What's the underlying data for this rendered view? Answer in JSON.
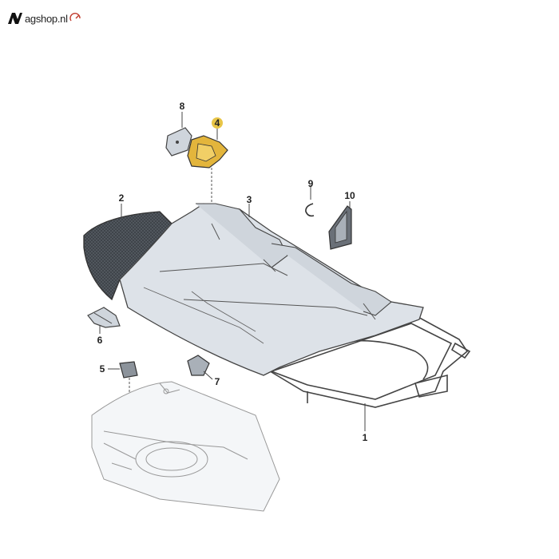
{
  "logo": {
    "text": "agshop.nl",
    "accent_color": "#c0392b"
  },
  "callouts": [
    {
      "id": "1",
      "label": "1"
    },
    {
      "id": "2",
      "label": "2"
    },
    {
      "id": "3",
      "label": "3"
    },
    {
      "id": "4",
      "label": "4",
      "highlighted": true,
      "highlight_color": "#e8c547"
    },
    {
      "id": "5",
      "label": "5"
    },
    {
      "id": "6",
      "label": "6"
    },
    {
      "id": "7",
      "label": "7"
    },
    {
      "id": "8",
      "label": "8"
    },
    {
      "id": "9",
      "label": "9"
    },
    {
      "id": "10",
      "label": "10"
    }
  ],
  "colors": {
    "outline": "#444444",
    "cushion_fill": "#dde2e8",
    "cushion_shadow": "#c3cad3",
    "foam_dark": "#4a4f55",
    "part_fill": "#cfd5dc",
    "highlight_part": "#e3b53c"
  }
}
